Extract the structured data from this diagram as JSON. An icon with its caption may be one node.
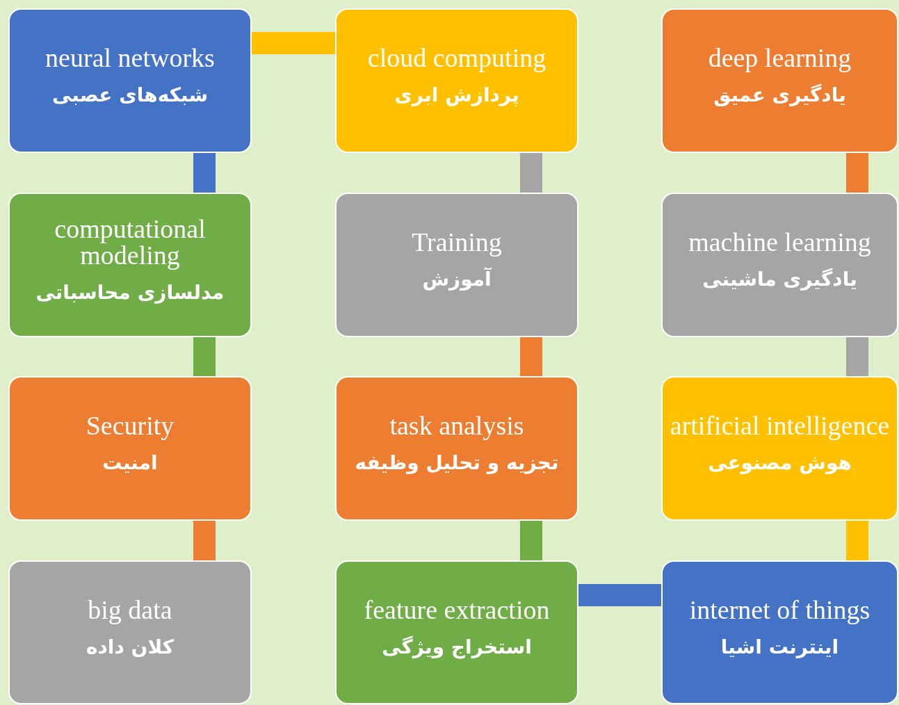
{
  "diagram": {
    "nodes": [
      {
        "text": [
          "neural networks",
          "شبکه‌های عصبی"
        ]
      },
      {
        "text": [
          "cloud computing",
          "پردازش ابری"
        ]
      },
      {
        "text": [
          "deep learning",
          "یادگیری عمیق"
        ]
      },
      {
        "text": [
          "computational modeling",
          "مدلسازی محاسباتی"
        ]
      },
      {
        "text": [
          "Training",
          "آموزش"
        ]
      },
      {
        "text": [
          "machine learning",
          "یادگیری ماشینی"
        ]
      },
      {
        "text": [
          "Security",
          "امنیت"
        ]
      },
      {
        "text": [
          "task analysis",
          "تجزیه و تحلیل وظیفه"
        ]
      },
      {
        "text": [
          "artificial intelligence",
          "هوش مصنوعی"
        ]
      },
      {
        "text": [
          "big data",
          "کلان داده"
        ]
      },
      {
        "text": [
          "feature extraction",
          "استخراج ویژگی"
        ]
      },
      {
        "text": [
          "internet of things",
          "اینترنت اشیا"
        ]
      }
    ],
    "edges": [
      {
        "from": 0,
        "to": 1,
        "arrow": "none",
        "color": "#ffc000"
      },
      {
        "from": 0,
        "to": 3,
        "arrow": "none",
        "color": "#4472c4"
      },
      {
        "from": 1,
        "to": 4,
        "arrow": "none",
        "color": "#a5a5a5"
      },
      {
        "from": 2,
        "to": 5,
        "arrow": "none",
        "color": "#ed7d31"
      },
      {
        "from": 3,
        "to": 6,
        "arrow": "none",
        "color": "#70ad47"
      },
      {
        "from": 4,
        "to": 7,
        "arrow": "none",
        "color": "#ed7d31"
      },
      {
        "from": 5,
        "to": 8,
        "arrow": "none",
        "color": "#a5a5a5"
      },
      {
        "from": 6,
        "to": 9,
        "arrow": "none",
        "color": "#ed7d31"
      },
      {
        "from": 7,
        "to": 10,
        "arrow": "none",
        "color": "#70ad47"
      },
      {
        "from": 10,
        "to": 11,
        "arrow": "none",
        "color": "#4472c4"
      },
      {
        "from": 8,
        "to": 11,
        "arrow": "none",
        "color": "#ffc000"
      }
    ]
  }
}
